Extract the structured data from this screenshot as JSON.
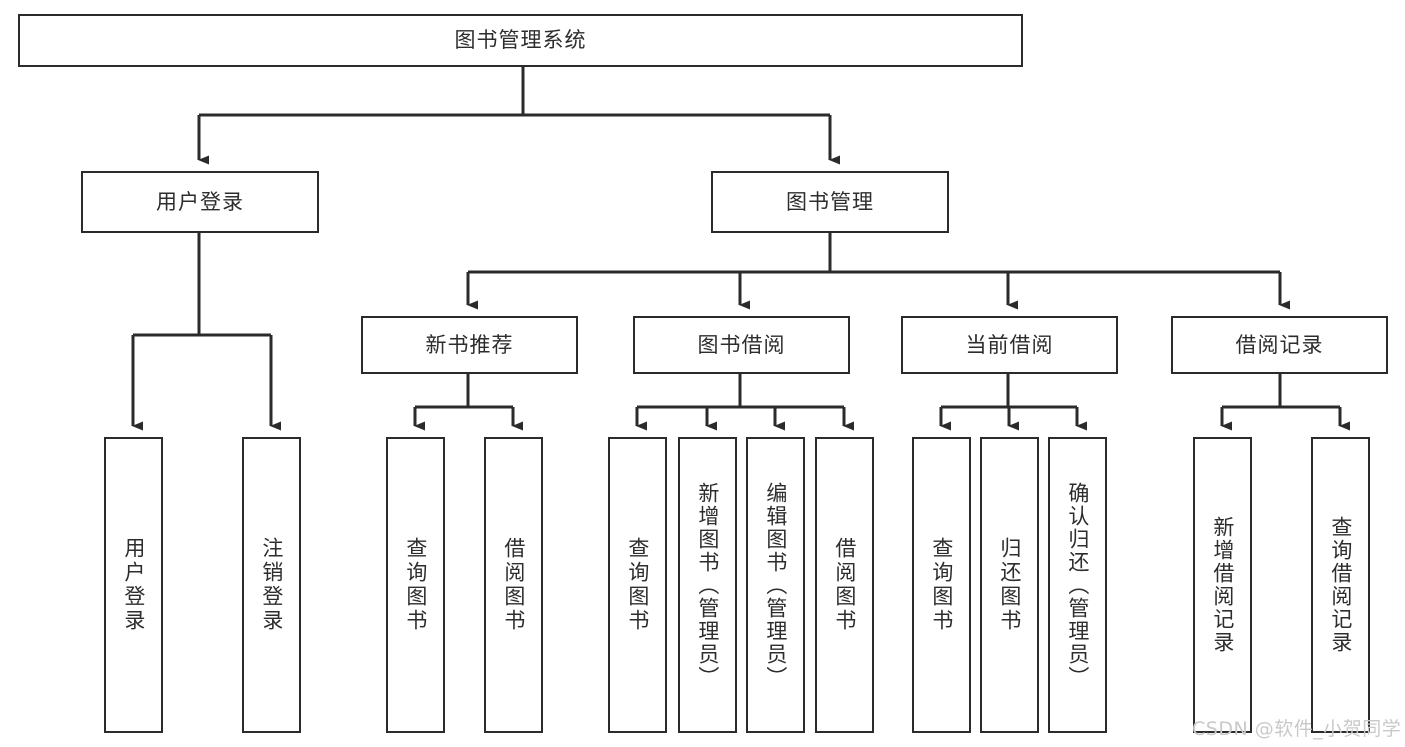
{
  "diagram": {
    "type": "tree",
    "title": "图书管理系统",
    "orientation": "top-down",
    "colors": {
      "box_border": "#2b2b2b",
      "box_fill": "#ffffff",
      "line": "#3a3a3a",
      "text": "#2d2d2d",
      "watermark": "#c9c9c9",
      "background": "#ffffff"
    },
    "root": {
      "label": "图书管理系统"
    },
    "level2": [
      {
        "label": "用户登录"
      },
      {
        "label": "图书管理"
      }
    ],
    "level3": [
      {
        "label": "新书推荐"
      },
      {
        "label": "图书借阅"
      },
      {
        "label": "当前借阅"
      },
      {
        "label": "借阅记录"
      }
    ],
    "leaves": {
      "user_login": [
        {
          "label": "用户登录"
        },
        {
          "label": "注销登录"
        }
      ],
      "new_book_recommend": [
        {
          "label": "查询图书"
        },
        {
          "label": "借阅图书"
        }
      ],
      "book_borrow": [
        {
          "label": "查询图书"
        },
        {
          "label": "新增图书（管理员）"
        },
        {
          "label": "编辑图书（管理员）"
        },
        {
          "label": "借阅图书"
        }
      ],
      "current_borrow": [
        {
          "label": "查询图书"
        },
        {
          "label": "归还图书"
        },
        {
          "label": "确认归还（管理员）"
        }
      ],
      "borrow_record": [
        {
          "label": "新增借阅记录"
        },
        {
          "label": "查询借阅记录"
        }
      ]
    },
    "watermark": "CSDN @软件_小贺同学"
  }
}
